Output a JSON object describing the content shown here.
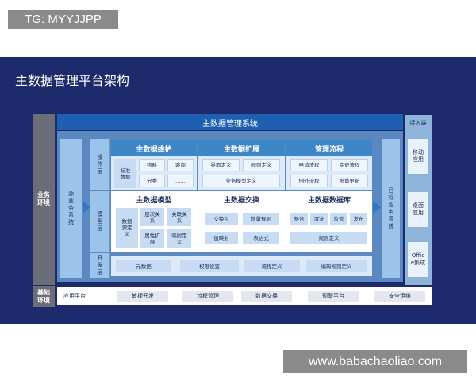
{
  "watermark_top": "TG: MYYJJPP",
  "watermark_bottom": "www.babachaoliao.com",
  "title": "主数据管理平台架构",
  "left_labels": {
    "business": "业务环境",
    "base": "基础环境"
  },
  "system_title": "主数据管理系统",
  "access_title": "接入端",
  "source_system": "源业务系统",
  "target_system": "目标业务系统",
  "layers": {
    "operate": "操作层",
    "model": "模型层",
    "develop": "开发层"
  },
  "maintain": {
    "header": "主数据维护",
    "std": "标准数据",
    "items": [
      "物料",
      "客商",
      "分类",
      "……"
    ]
  },
  "extend": {
    "header": "主数据扩展",
    "items": [
      "界面定义",
      "规则定义",
      "业务模型定义"
    ]
  },
  "flow": {
    "header": "管理流程",
    "items": [
      "申请流程",
      "变更流程",
      "例外流程",
      "批量更新"
    ]
  },
  "model": {
    "header": "主数据模型",
    "items": [
      "数据源定义",
      "层次关系",
      "关联关系",
      "属性扩展",
      "映射定义"
    ]
  },
  "exchange": {
    "header": "主数据交换",
    "items": [
      "交换包",
      "增量规则",
      "值映射",
      "表达式"
    ]
  },
  "database": {
    "header": "主数据数据库",
    "items": [
      "整合",
      "清洗",
      "监管",
      "发布",
      "规则定义"
    ]
  },
  "develop_items": [
    "元数据",
    "权限设置",
    "流程定义",
    "编码规则定义"
  ],
  "access_items": [
    "移动应用",
    "桌面应用",
    "Office集成"
  ],
  "bottom": {
    "label": "应用平台",
    "items": [
      "敏捷开发",
      "流程管理",
      "数据交换",
      "预警平台",
      "安全运维"
    ]
  }
}
